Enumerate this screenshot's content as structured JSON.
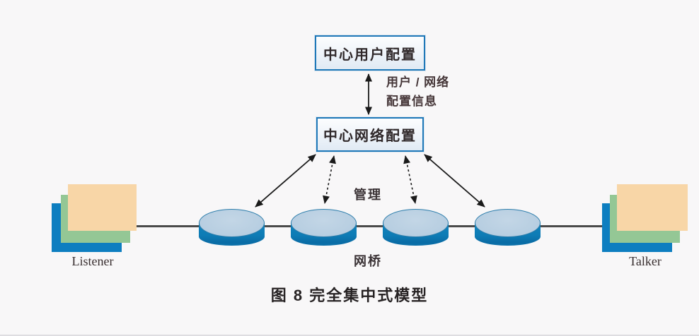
{
  "diagram": {
    "caption": "图 8  完全集中式模型",
    "top_box_label": "中心用户配置",
    "middle_box_label": "中心网络配置",
    "link_label": {
      "line1": "用户 / 网络",
      "line2": "配置信息"
    },
    "manage_label": "管理",
    "bridge_label": "网桥",
    "listener_label": "Listener",
    "talker_label": "Talker",
    "bridges": {
      "count": 4,
      "shape": "cylinder"
    },
    "arrows": {
      "top_to_middle": "solid-double-headed",
      "outer_to_bridges": "solid-double-headed",
      "inner_to_bridges": "dashed-double-headed"
    },
    "colors": {
      "background": "#f8f7f8",
      "box_border": "#1f78b8",
      "box_fill": "#eef3f9",
      "cylinder_body": "#0e7cb5",
      "cylinder_top": "#b7cee1",
      "stack_blue": "#0d7ec0",
      "stack_green": "#94c795",
      "stack_peach": "#f8d6a7",
      "trunk_line": "#4a4a4a",
      "arrow": "#1a1a1a",
      "text": "#3b3336"
    }
  }
}
